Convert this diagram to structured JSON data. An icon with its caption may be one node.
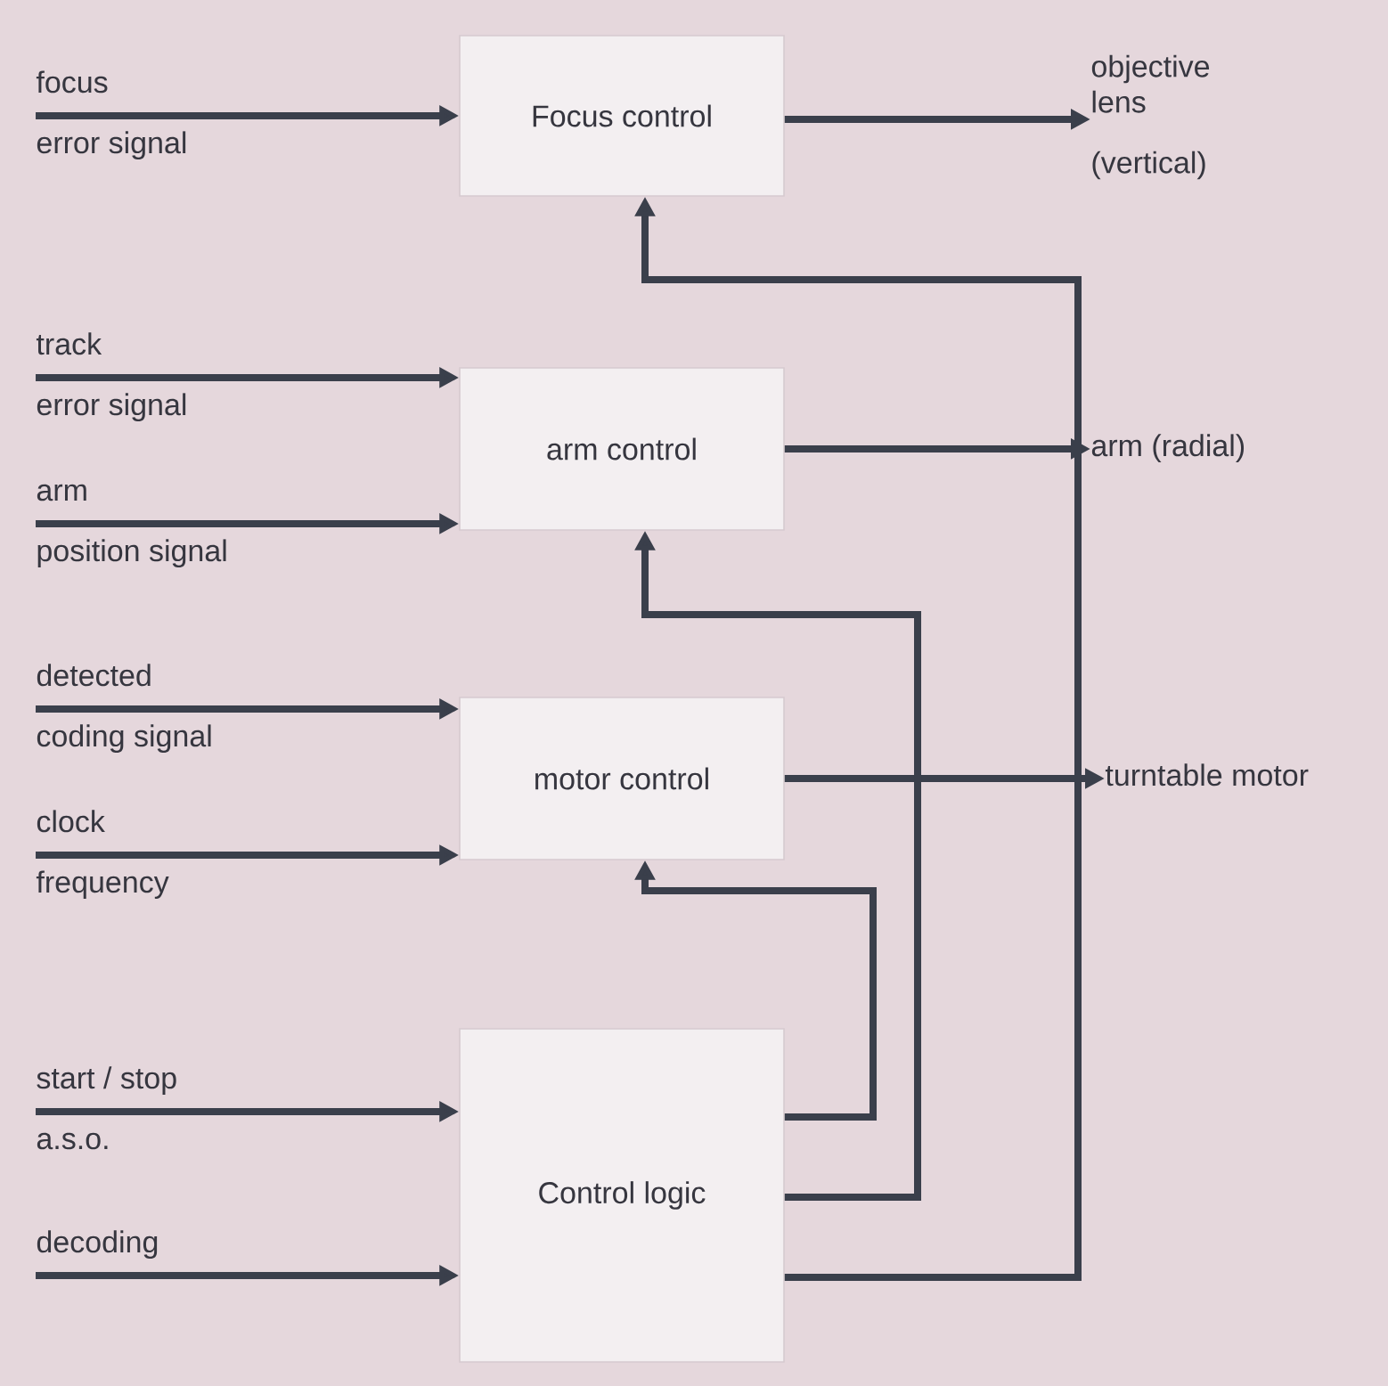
{
  "diagram": {
    "nodes": [
      {
        "text": [
          "focus",
          "error signal"
        ]
      },
      {
        "text": [
          "Focus control"
        ]
      },
      {
        "text": [
          "objective lens",
          "(vertical)"
        ]
      },
      {
        "text": [
          "track",
          "error signal"
        ]
      },
      {
        "text": [
          "arm control"
        ]
      },
      {
        "text": [
          "arm (radial)"
        ]
      },
      {
        "text": [
          "arm",
          "position signal"
        ]
      },
      {
        "text": [
          "detected",
          "coding signal"
        ]
      },
      {
        "text": [
          "motor control"
        ]
      },
      {
        "text": [
          "turntable motor"
        ]
      },
      {
        "text": [
          "clock",
          "frequency"
        ]
      },
      {
        "text": [
          "start / stop",
          "a.s.o."
        ]
      },
      {
        "text": [
          "Control logic"
        ]
      },
      {
        "text": [
          "decoding"
        ]
      }
    ],
    "edges": [
      {
        "from": 0,
        "to": 1,
        "arrow": "to"
      },
      {
        "from": 1,
        "to": 2,
        "arrow": "to"
      },
      {
        "from": 3,
        "to": 4,
        "arrow": "to"
      },
      {
        "from": 4,
        "to": 5,
        "arrow": "to"
      },
      {
        "from": 6,
        "to": 4,
        "arrow": "to"
      },
      {
        "from": 7,
        "to": 8,
        "arrow": "to"
      },
      {
        "from": 8,
        "to": 9,
        "arrow": "to"
      },
      {
        "from": 10,
        "to": 8,
        "arrow": "to"
      },
      {
        "from": 11,
        "to": 12,
        "arrow": "to"
      },
      {
        "from": 13,
        "to": 12,
        "arrow": "to"
      },
      {
        "from": 12,
        "to": 1,
        "arrow": "to"
      },
      {
        "from": 12,
        "to": 4,
        "arrow": "to"
      },
      {
        "from": 12,
        "to": 8,
        "arrow": "to"
      }
    ]
  }
}
